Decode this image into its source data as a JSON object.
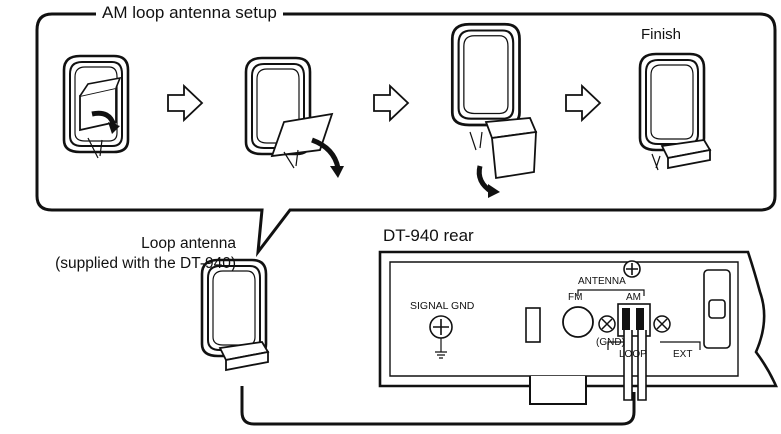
{
  "panel": {
    "title": "AM loop antenna setup",
    "finish_label": "Finish"
  },
  "steps": [
    {
      "name": "step-1-unfold-stand"
    },
    {
      "name": "step-2-stand-open"
    },
    {
      "name": "step-3-insert-base"
    },
    {
      "name": "step-4-finished-antenna"
    }
  ],
  "loop_antenna": {
    "label_line1": "Loop antenna",
    "label_line2": "(supplied with the DT-940)"
  },
  "rear_panel": {
    "title": "DT-940 rear",
    "signal_gnd": "SIGNAL GND",
    "antenna": "ANTENNA",
    "fm": "FM",
    "am": "AM",
    "gnd": "(GND)",
    "loop": "LOOP",
    "ext": "EXT"
  },
  "colors": {
    "line": "#111111",
    "panel_fill": "#ffffff",
    "device_fill": "#f2f2f2"
  }
}
